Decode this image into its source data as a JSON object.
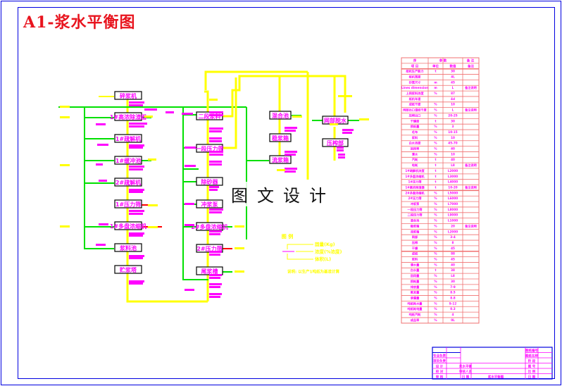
{
  "title": "A1-浆水平衡图",
  "watermark": "图文设计",
  "colors": {
    "frame": "#0000e0",
    "pulp_flow": "#ffff00",
    "water_flow": "#00e000",
    "reject_flow": "#ff0000",
    "annotation": "#ff00ff",
    "table_line": "#f07070",
    "box_border": "#000000"
  },
  "column_a": {
    "boxes": [
      "碎浆机",
      "1#高浓除渣器",
      "1#疏解机",
      "1#缓冲池",
      "2#疏解机",
      "1#压力筛",
      "1#多盘浓缩机",
      "浆料池",
      "贮浆塔"
    ],
    "inlet_label": "清水",
    "outlet_label": "浆渣"
  },
  "column_b": {
    "boxes": [
      "二段浆料",
      "一段压力筛",
      "除砂器",
      "冲浆泵",
      "2#多盘浓缩机",
      "2#压力筛",
      "尾浆槽"
    ],
    "top_label": "......"
  },
  "column_c": {
    "boxes": [
      "混合池",
      "稳浆箱",
      "流浆箱"
    ]
  },
  "column_d": {
    "boxes": [
      "网部脱水",
      "压榨部"
    ]
  },
  "legend": {
    "heading": "图   例",
    "items": [
      "固量(Kg)",
      "浓度(%浓度)",
      "体积(L)"
    ],
    "note": "说明: 以生产1吨纸为基准计算"
  },
  "spec_table": {
    "header_groups": [
      "序",
      "参  数",
      "备 注"
    ],
    "header_cols": [
      "项  目",
      "单位",
      "数值",
      "备注"
    ],
    "rows": [
      [
        "纸机生产能力",
        "t",
        "30",
        ""
      ],
      [
        "纸机宽度",
        "",
        "4L",
        ""
      ],
      [
        "抄宽尺寸",
        "m",
        "45",
        ""
      ],
      [
        "Lines dimension",
        "m",
        "L",
        "备注说明"
      ],
      [
        "上网浆料浓度",
        "%",
        "87",
        ""
      ],
      [
        "纸机车速",
        "",
        "4d",
        ""
      ],
      [
        "成纸干度",
        "%",
        "10",
        ""
      ],
      [
        "网部出口湿纸干度",
        "%",
        "L",
        "备注说明"
      ],
      [
        "压榨出口",
        "%",
        "20-25",
        ""
      ],
      [
        "干燥部",
        "t",
        "30",
        ""
      ],
      [
        "损纸量",
        "%",
        "3",
        ""
      ],
      [
        "毛布",
        "%",
        "10-15",
        ""
      ],
      [
        "浆料",
        "%",
        "10",
        ""
      ],
      [
        "白水浓度",
        "%",
        "45-70",
        ""
      ],
      [
        "回用率",
        "%",
        "40",
        ""
      ],
      [
        "清水",
        "%",
        "10",
        ""
      ],
      [
        "汽耗",
        "t",
        "40",
        ""
      ],
      [
        "电耗",
        "t",
        "L8",
        "备注说明"
      ],
      [
        "1#疏解机浓度",
        "t",
        "L2000",
        ""
      ],
      [
        "1#多盘浓缩机",
        "t",
        "L3000",
        ""
      ],
      [
        "1#压力筛",
        "t",
        "L4000",
        ""
      ],
      [
        "1#高浓除渣器",
        "t",
        "10-20",
        "备注说明"
      ],
      [
        "2#多盘浓缩机",
        "%",
        "L5000",
        ""
      ],
      [
        "2#压力筛",
        "%",
        "L6000",
        ""
      ],
      [
        "冲浆泵",
        "%",
        "L7000",
        ""
      ],
      [
        "一段压力筛",
        "%",
        "L8000",
        ""
      ],
      [
        "二段压力筛",
        "%",
        "L9000",
        ""
      ],
      [
        "混合池",
        "%",
        "L1000",
        ""
      ],
      [
        "稳浆箱",
        "%",
        "20",
        "备注说明"
      ],
      [
        "流浆箱",
        "%",
        "L2000",
        ""
      ],
      [
        "网部",
        "%",
        "3-4",
        ""
      ],
      [
        "压榨",
        "%",
        "8",
        ""
      ],
      [
        "干燥",
        "%",
        "45",
        ""
      ],
      [
        "成纸",
        "%",
        "88",
        ""
      ],
      [
        "浆料",
        "%",
        "45",
        ""
      ],
      [
        "清水量",
        "%",
        "40",
        ""
      ],
      [
        "白水量",
        "t",
        "38",
        ""
      ],
      [
        "回用量",
        "%",
        "L8",
        ""
      ],
      [
        "损耗量",
        "%",
        "30",
        ""
      ],
      [
        "排放量",
        "%",
        "7-9",
        ""
      ],
      [
        "蒸发量",
        "%",
        "8.5",
        ""
      ],
      [
        "渗漏量",
        "%",
        "8.8",
        ""
      ],
      [
        "吨纸耗水量",
        "%",
        "9-12",
        ""
      ],
      [
        "吨纸耗电量",
        "%",
        "0.3",
        ""
      ],
      [
        "吨纸汽耗",
        "%",
        "4",
        ""
      ],
      [
        "成品率",
        "%",
        "0L",
        ""
      ]
    ]
  },
  "title_block": {
    "rows": [
      [
        "",
        "",
        "",
        "",
        "图纸编号",
        ""
      ],
      [
        "专业负责",
        "",
        "",
        "",
        "图纸名称",
        ""
      ],
      [
        "项目负责",
        "",
        "",
        "",
        "阶  段",
        ""
      ],
      [
        "设  计",
        "",
        "浆水平衡",
        "",
        "图  号",
        ""
      ],
      [
        "校  对",
        "",
        "审核人员",
        "",
        "比  例",
        ""
      ],
      [
        "审  核",
        "",
        "日  期",
        "浆水平衡图",
        "日  期",
        ""
      ]
    ]
  }
}
